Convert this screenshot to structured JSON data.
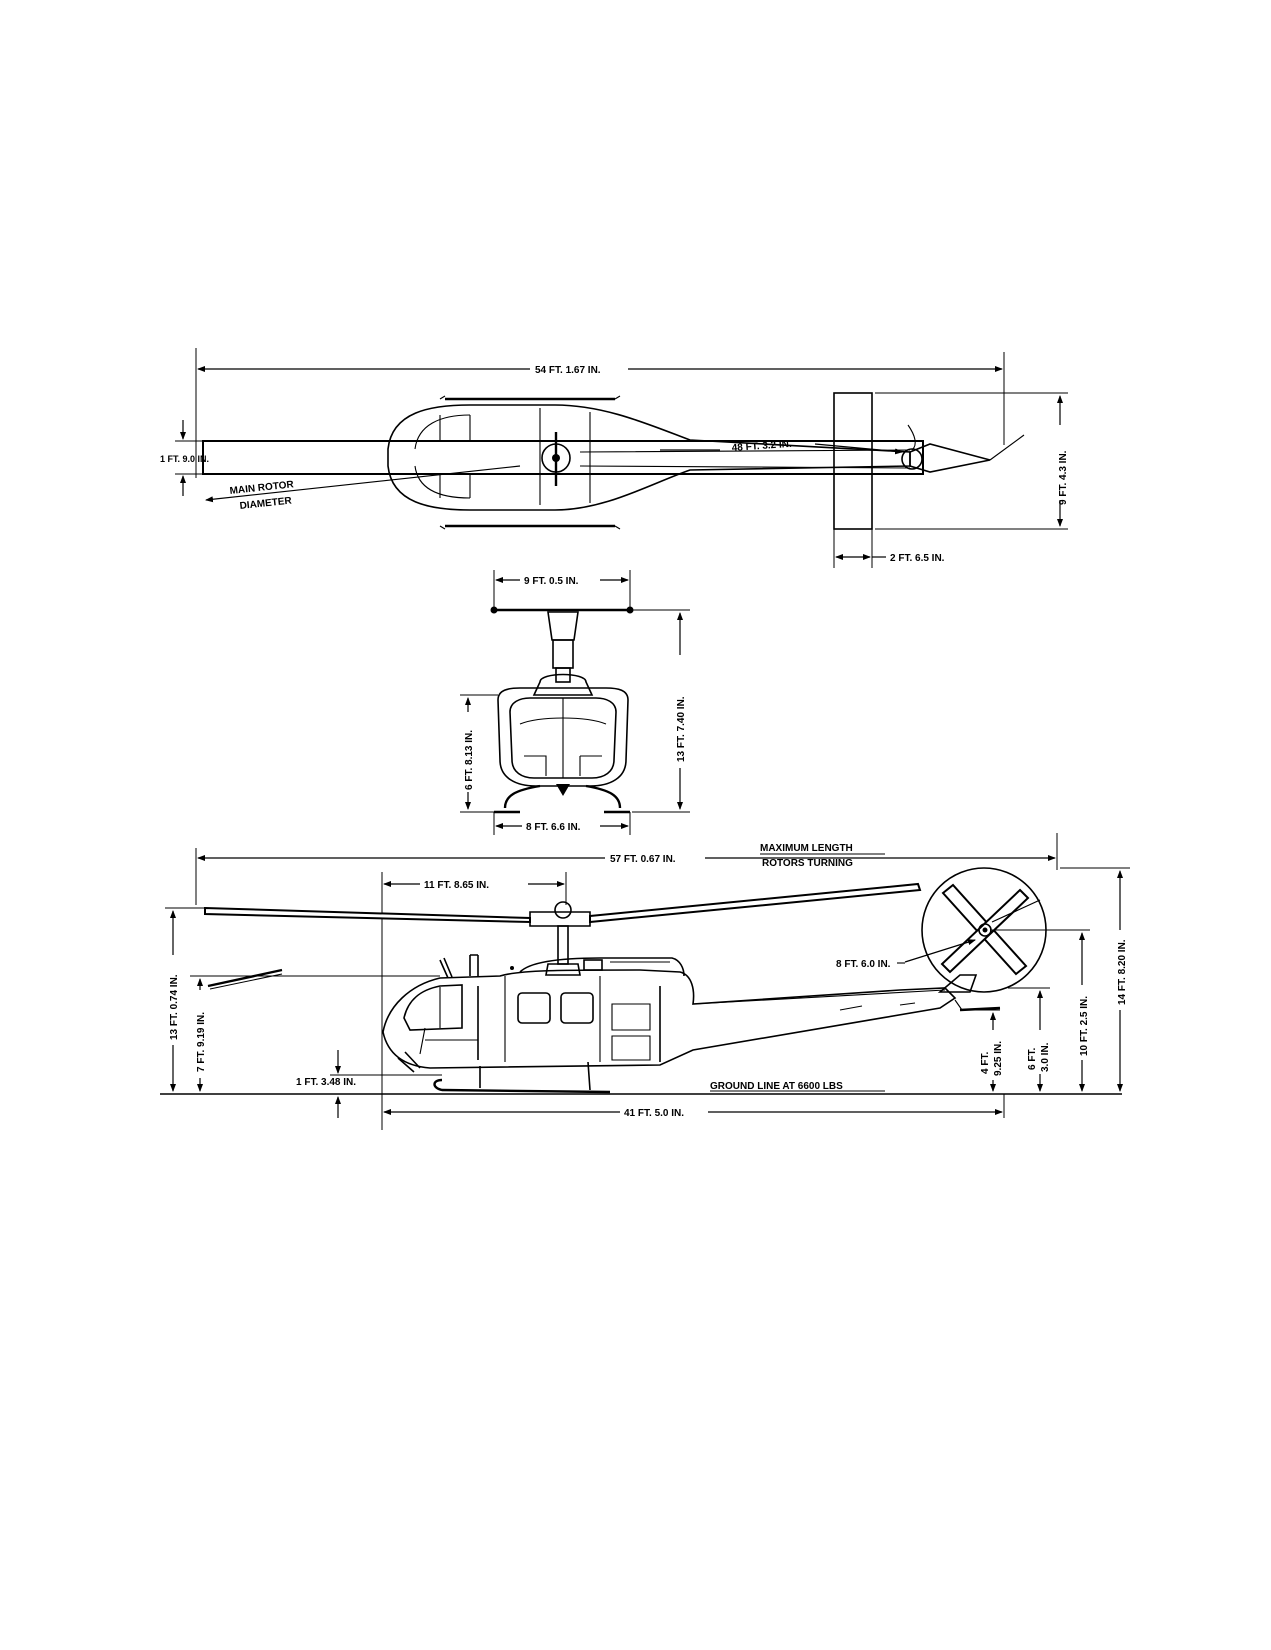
{
  "top_view": {
    "overall_length": "54 FT. 1.67 IN.",
    "blade_width": "1 FT. 9.0 IN.",
    "main_rotor_line1": "MAIN ROTOR",
    "main_rotor_line2": "DIAMETER",
    "tail_rotor_distance": "48 FT. 3.2 IN.",
    "stabilizer_span": "9 FT. 4.3 IN.",
    "stabilizer_chord": "2 FT. 6.5 IN."
  },
  "front_view": {
    "stabilizer_bar": "9 FT. 0.5 IN.",
    "overall_height": "13 FT. 7.40 IN.",
    "cabin_height": "6 FT. 8.13 IN.",
    "skid_width": "8 FT. 6.6 IN."
  },
  "side_view": {
    "max_length": "57 FT. 0.67 IN.",
    "max_length_note_line1": "MAXIMUM LENGTH",
    "max_length_note_line2": "ROTORS TURNING",
    "mast_to_nose": "11 FT. 8.65 IN.",
    "tail_rotor_diameter": "8 FT. 6.0 IN.",
    "rotor_height": "13 FT. 0.74 IN.",
    "cabin_roof_height": "7 FT. 9.19 IN.",
    "ground_clearance": "1 FT. 3.48 IN.",
    "ground_line": "GROUND LINE AT 6600 LBS",
    "fuselage_length": "41 FT. 5.0 IN.",
    "tail_skid_height_line1": "4 FT.",
    "tail_skid_height_line2": "9.25 IN.",
    "tail_boom_height_line1": "6 FT.",
    "tail_boom_height_line2": "3.0 IN.",
    "tail_rotor_hub_height": "10 FT. 2.5 IN.",
    "overall_height": "14 FT. 8.20 IN."
  }
}
